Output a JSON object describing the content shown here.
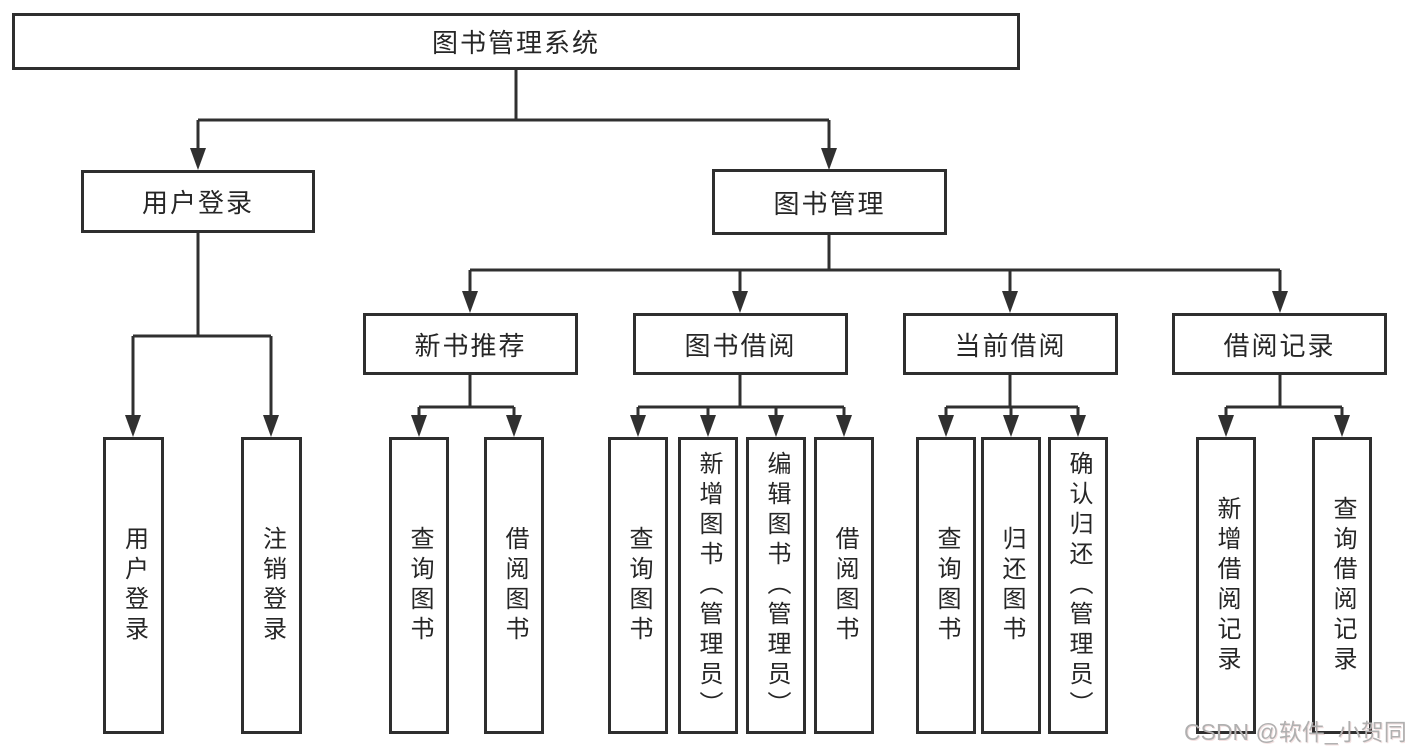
{
  "diagram": {
    "type": "tree",
    "root": {
      "label": "图书管理系统",
      "children": [
        {
          "label": "用户登录",
          "children": [
            {
              "label": "用户登录"
            },
            {
              "label": "注销登录"
            }
          ]
        },
        {
          "label": "图书管理",
          "children": [
            {
              "label": "新书推荐",
              "children": [
                {
                  "label": "查询图书"
                },
                {
                  "label": "借阅图书"
                }
              ]
            },
            {
              "label": "图书借阅",
              "children": [
                {
                  "label": "查询图书"
                },
                {
                  "label": "新增图书（管理员）"
                },
                {
                  "label": "编辑图书（管理员）"
                },
                {
                  "label": "借阅图书"
                }
              ]
            },
            {
              "label": "当前借阅",
              "children": [
                {
                  "label": "查询图书"
                },
                {
                  "label": "归还图书"
                },
                {
                  "label": "确认归还（管理员）"
                }
              ]
            },
            {
              "label": "借阅记录",
              "children": [
                {
                  "label": "新增借阅记录"
                },
                {
                  "label": "查询借阅记录"
                }
              ]
            }
          ]
        }
      ]
    },
    "colors": {
      "line": "#303030",
      "box_border": "#2e2e2e",
      "text": "#262626",
      "background": "#ffffff",
      "watermark": "#b0b0b0"
    },
    "watermark": "CSDN @软件_小贺同学"
  }
}
